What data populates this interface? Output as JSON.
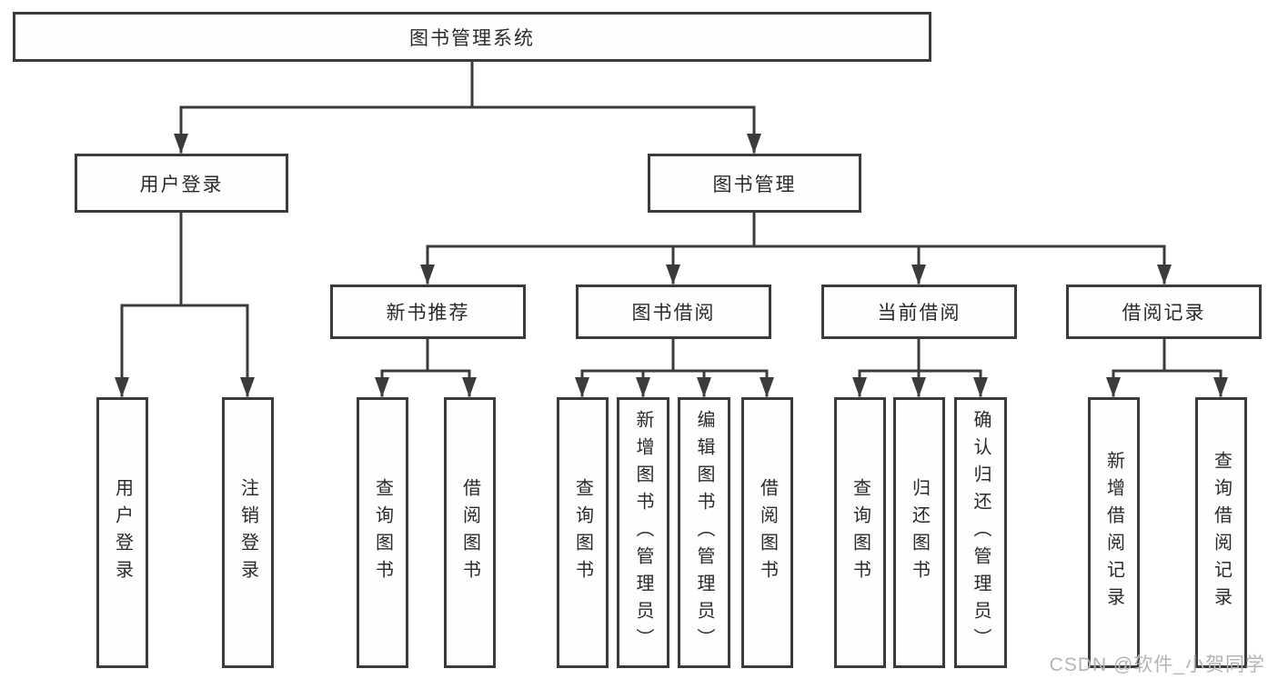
{
  "tree": {
    "root": {
      "label": "图书管理系统"
    },
    "children": [
      {
        "label": "用户登录",
        "children": [
          {
            "label": "用户登录"
          },
          {
            "label": "注销登录"
          }
        ]
      },
      {
        "label": "图书管理",
        "children": [
          {
            "label": "新书推荐",
            "children": [
              {
                "label": "查询图书"
              },
              {
                "label": "借阅图书"
              }
            ]
          },
          {
            "label": "图书借阅",
            "children": [
              {
                "label": "查询图书"
              },
              {
                "label": "新增图书（管理员）"
              },
              {
                "label": "编辑图书（管理员）"
              },
              {
                "label": "借阅图书"
              }
            ]
          },
          {
            "label": "当前借阅",
            "children": [
              {
                "label": "查询图书"
              },
              {
                "label": "归还图书"
              },
              {
                "label": "确认归还（管理员）"
              }
            ]
          },
          {
            "label": "借阅记录",
            "children": [
              {
                "label": "新增借阅记录"
              },
              {
                "label": "查询借阅记录"
              }
            ]
          }
        ]
      }
    ]
  },
  "watermark": "CSDN @软件_小贺同学",
  "colors": {
    "line": "#3b3b3b",
    "node_border": "#3b3b3b",
    "node_text": "#2a2a2a",
    "watermark_text": "#b4b4b4",
    "background": "#ffffff"
  }
}
